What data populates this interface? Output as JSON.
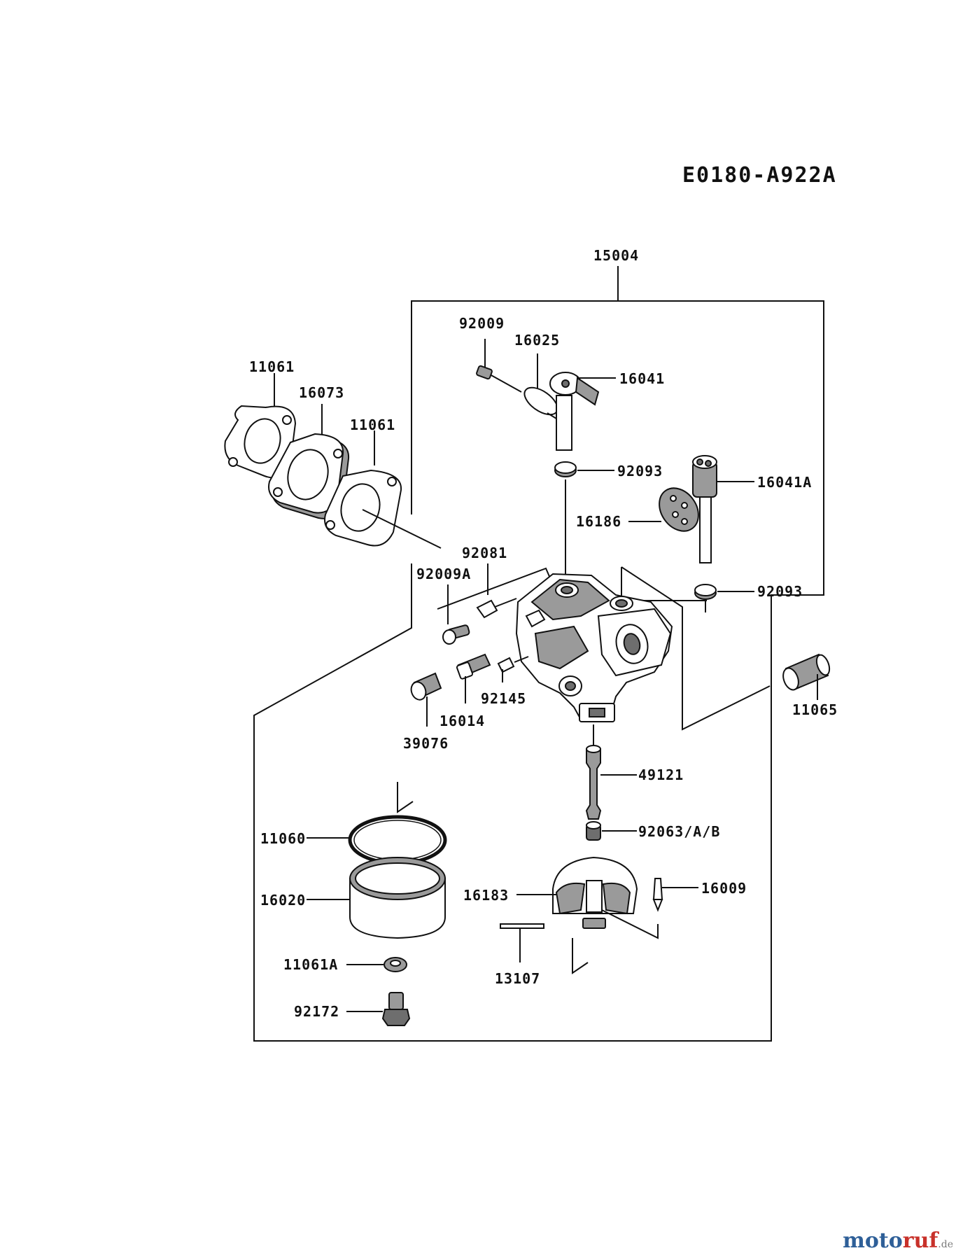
{
  "diagram_code": "E0180-A922A",
  "labels": {
    "p15004": "15004",
    "p92009": "92009",
    "p16025": "16025",
    "p16041": "16041",
    "p11061_a": "11061",
    "p16073": "16073",
    "p11061_b": "11061",
    "p92093_a": "92093",
    "p16041A": "16041A",
    "p16186": "16186",
    "p92081": "92081",
    "p92009A": "92009A",
    "p92093_b": "92093",
    "p92145": "92145",
    "p16014": "16014",
    "p39076": "39076",
    "p11065": "11065",
    "p49121": "49121",
    "p11060": "11060",
    "p92063": "92063/A/B",
    "p16020": "16020",
    "p16183": "16183",
    "p16009": "16009",
    "p13107": "13107",
    "p11061A": "11061A",
    "p92172": "92172"
  },
  "watermark": {
    "part1": "moto",
    "part2": "ruf",
    "tld": ".de"
  }
}
